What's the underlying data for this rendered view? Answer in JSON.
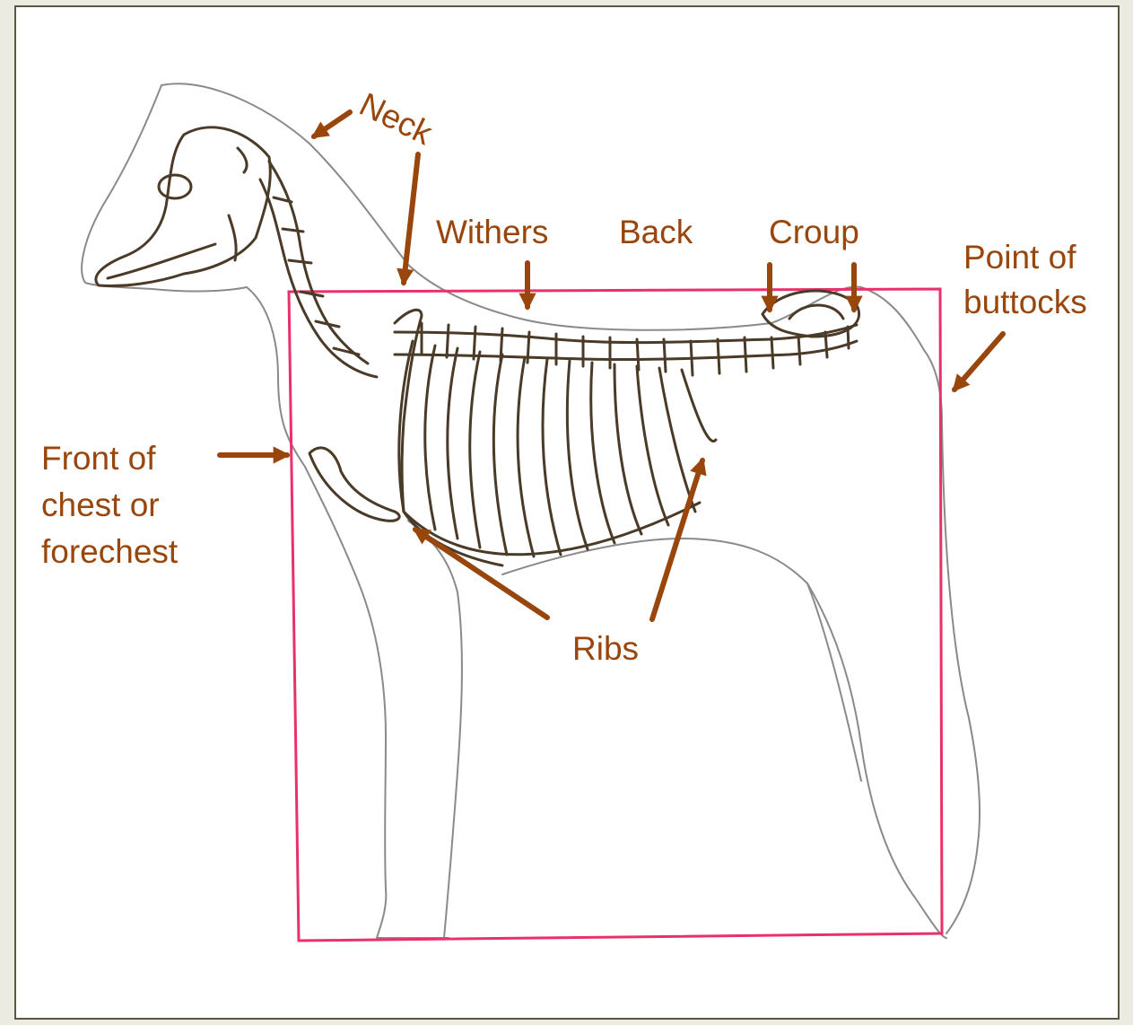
{
  "colors": {
    "page_background": "#ecebe2",
    "frame_border": "#5b5644",
    "label": "#99460c",
    "arrow": "#99460c",
    "skeleton": "#4a3a28",
    "outline": "#8a8a8a",
    "box": "#e8306a"
  },
  "labels": {
    "neck": "Neck",
    "withers": "Withers",
    "back": "Back",
    "croup": "Croup",
    "point_of_buttocks": [
      "Point of",
      "buttocks"
    ],
    "front_of_chest": [
      "Front of",
      "chest or",
      "forechest"
    ],
    "ribs": "Ribs"
  }
}
